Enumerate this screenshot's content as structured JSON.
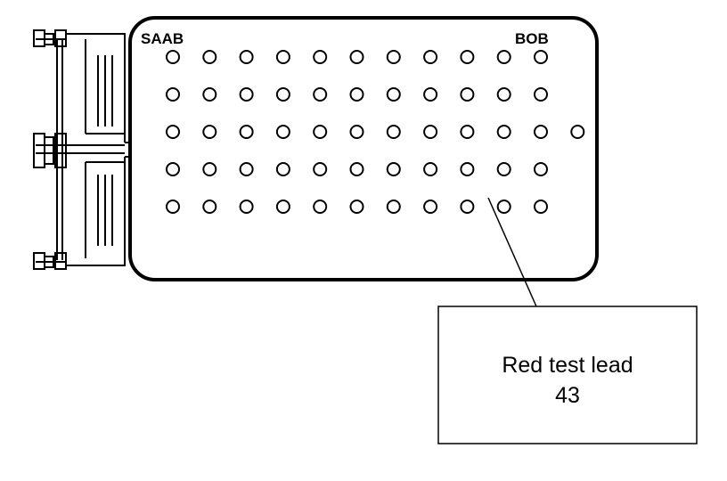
{
  "diagram": {
    "labels": {
      "left": "SAAB",
      "right": "BOB"
    },
    "callout": {
      "line1": "Red test lead",
      "line2": "43"
    },
    "pin_rows": [
      {
        "count": 11
      },
      {
        "count": 11
      },
      {
        "count": 12
      },
      {
        "count": 11
      },
      {
        "count": 11
      }
    ],
    "highlighted_pin": {
      "row": 4,
      "col": 10
    }
  }
}
